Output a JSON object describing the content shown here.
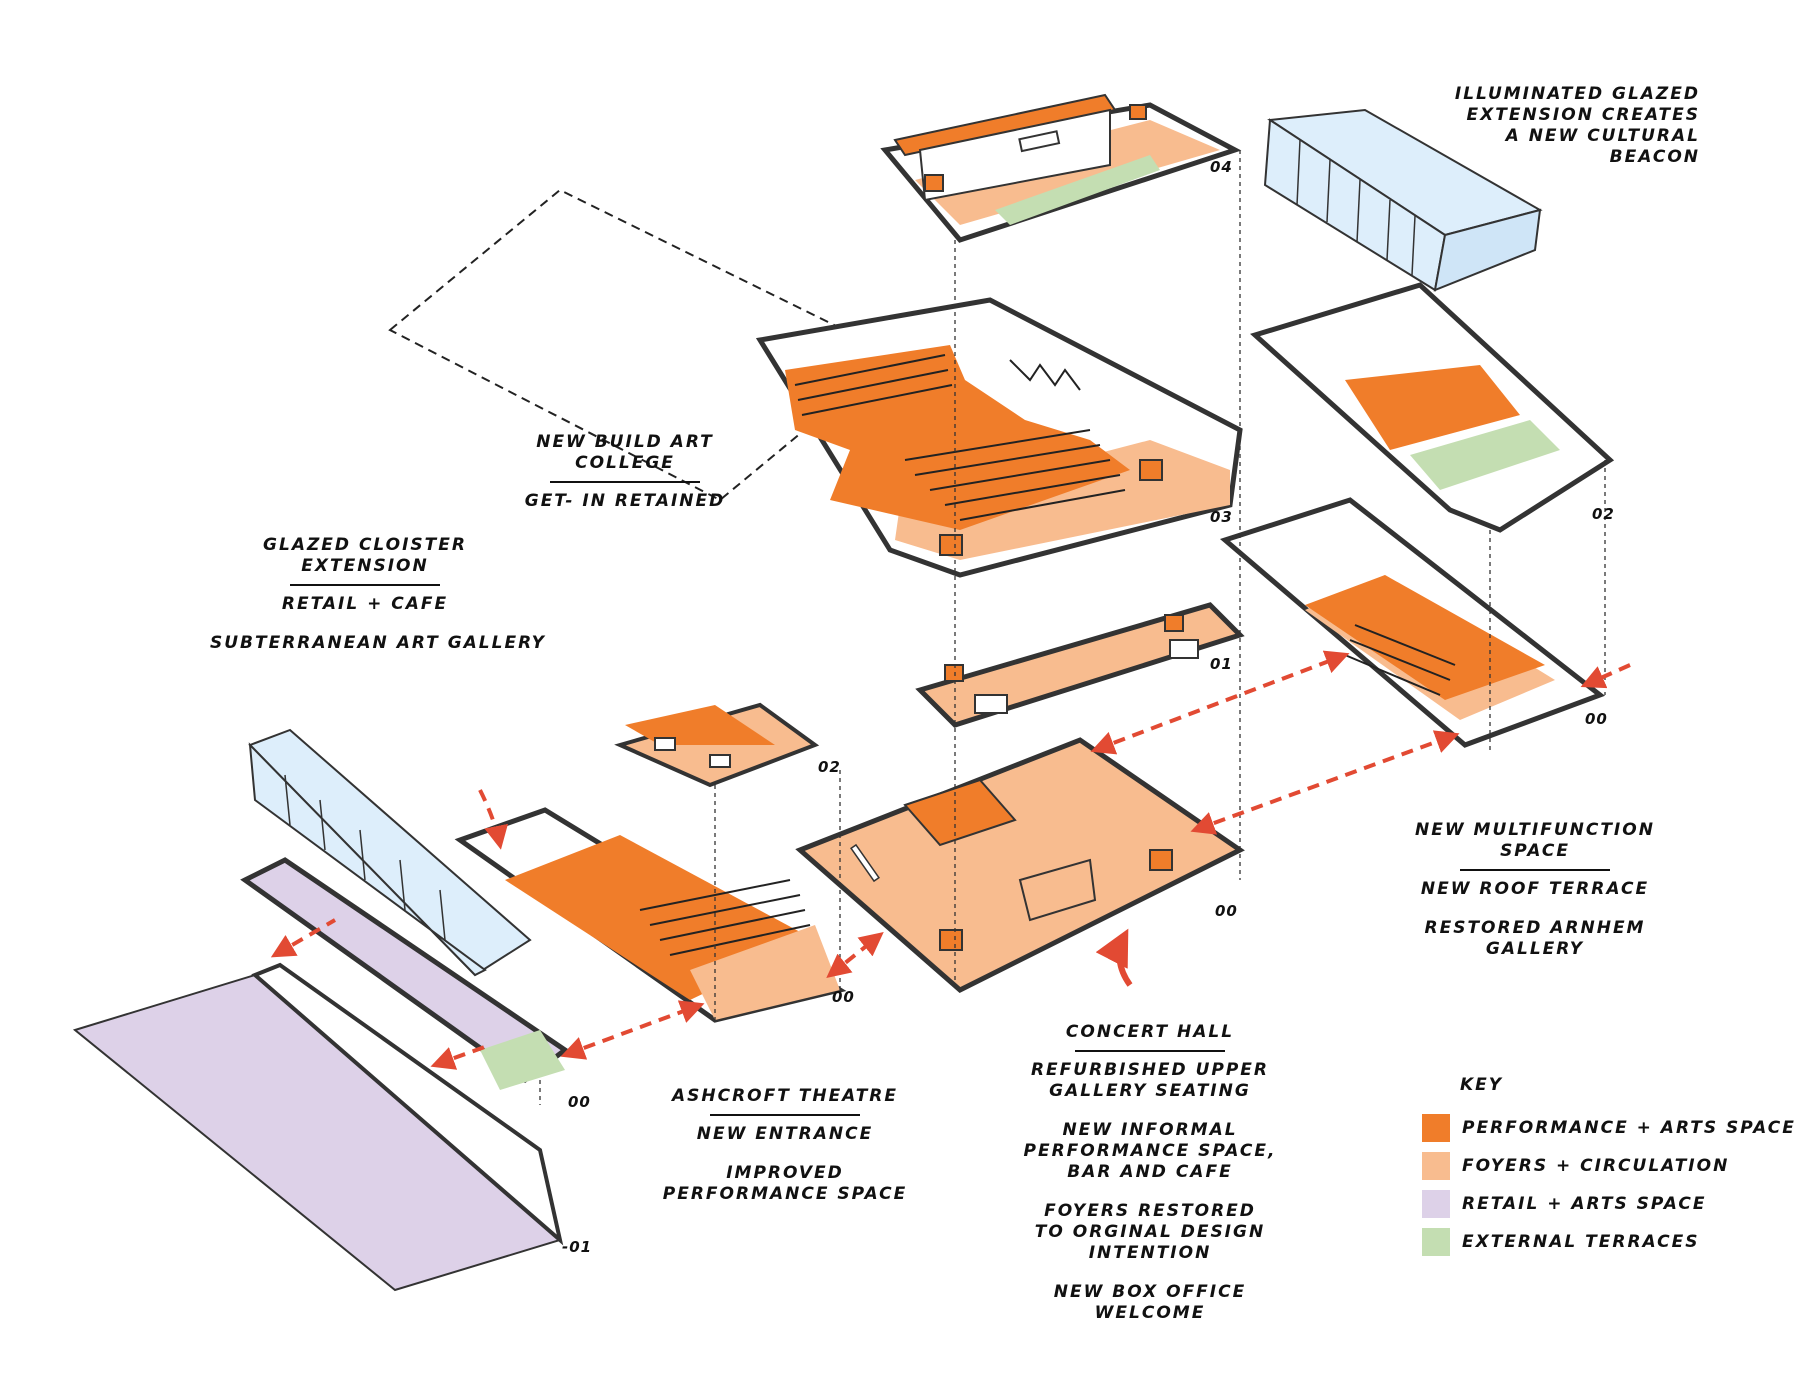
{
  "colors": {
    "performance": "#f07d2a",
    "foyer": "#f8bc8f",
    "retail": "#ddd1e8",
    "terrace": "#c4deb2",
    "glazing": "#ddeefb",
    "arrow": "#e24a33",
    "outline": "#333333"
  },
  "labels": {
    "art_college": {
      "title": "NEW BUILD ART COLLEGE",
      "line1": "NEW BUILD ART",
      "line2": "COLLEGE",
      "sub": "GET- IN RETAINED"
    },
    "cloister": {
      "line1": "GLAZED CLOISTER",
      "line2": "EXTENSION",
      "sub1": "RETAIL + CAFE",
      "sub2": "SUBTERRANEAN ART GALLERY"
    },
    "beacon": {
      "line1": "ILLUMINATED GLAZED",
      "line2": "EXTENSION CREATES",
      "line3": "A NEW CULTURAL",
      "line4": "BEACON"
    },
    "ashcroft": {
      "title": "ASHCROFT THEATRE",
      "sub1": "NEW ENTRANCE",
      "sub2a": "IMPROVED",
      "sub2b": "PERFORMANCE SPACE"
    },
    "concert": {
      "title": "CONCERT HALL",
      "sub1a": "REFURBISHED UPPER",
      "sub1b": "GALLERY SEATING",
      "sub2a": "NEW INFORMAL",
      "sub2b": "PERFORMANCE SPACE,",
      "sub2c": "BAR AND CAFE",
      "sub3a": "FOYERS RESTORED",
      "sub3b": "TO ORGINAL DESIGN",
      "sub3c": "INTENTION",
      "sub4a": "NEW BOX OFFICE",
      "sub4b": "WELCOME"
    },
    "multifunction": {
      "line1": "NEW MULTIFUNCTION",
      "line2": "SPACE",
      "sub1": "NEW ROOF TERRACE",
      "sub2a": "RESTORED ARNHEM",
      "sub2b": "GALLERY"
    }
  },
  "levels": {
    "l04": "04",
    "l03": "03",
    "l01": "01",
    "l00_center": "00",
    "l02_right": "02",
    "l00_right": "00",
    "l02_ashcroft": "02",
    "l00_ashcroft": "00",
    "l00_cloister": "00",
    "lm01": "-01"
  },
  "legend": {
    "title": "KEY",
    "items": [
      {
        "label": "PERFORMANCE + ARTS SPACE",
        "color": "#f07d2a"
      },
      {
        "label": "FOYERS + CIRCULATION",
        "color": "#f8bc8f"
      },
      {
        "label": "RETAIL + ARTS SPACE",
        "color": "#ddd1e8"
      },
      {
        "label": "EXTERNAL TERRACES",
        "color": "#c4deb2"
      }
    ]
  }
}
